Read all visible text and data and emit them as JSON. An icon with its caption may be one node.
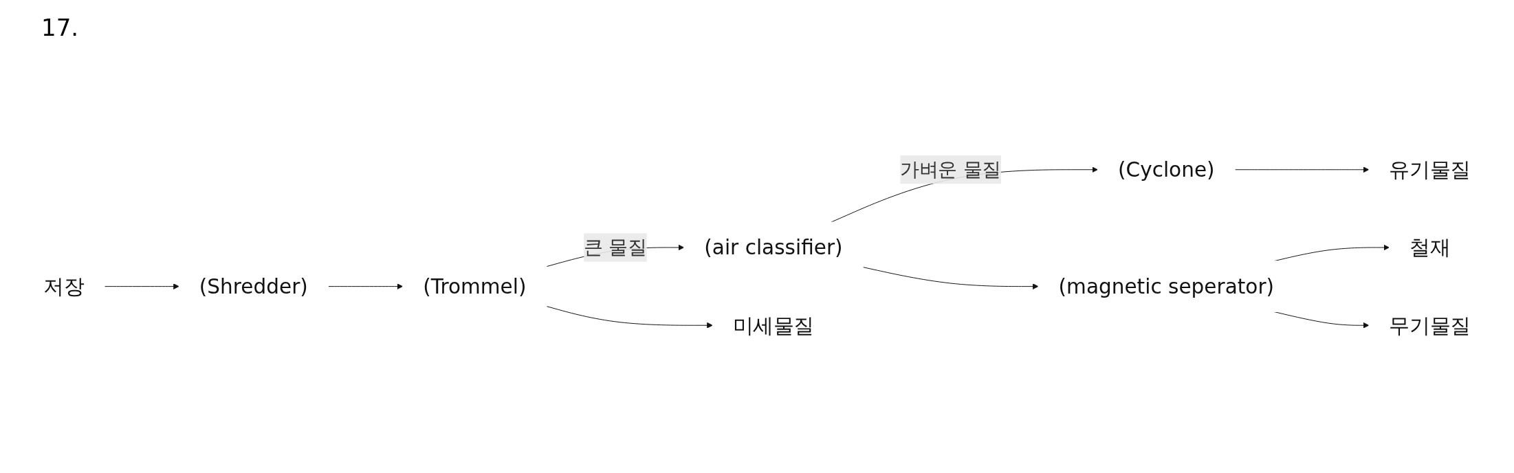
{
  "diagram": {
    "nodes": [
      {
        "text": [
          "저장"
        ]
      },
      {
        "text": [
          "(Shredder)"
        ]
      },
      {
        "text": [
          "(Trommel)"
        ]
      },
      {
        "text": [
          "(air classifier)"
        ]
      },
      {
        "text": [
          "(Cyclone)"
        ]
      },
      {
        "text": [
          "유기물질"
        ]
      },
      {
        "text": [
          "미세물질"
        ]
      },
      {
        "text": [
          "(magnetic seperator)"
        ]
      },
      {
        "text": [
          "철재"
        ]
      },
      {
        "text": [
          "무기물질"
        ]
      }
    ],
    "edges": [
      {
        "from": 0,
        "to": 1,
        "arrow": "to"
      },
      {
        "from": 1,
        "to": 2,
        "arrow": "to"
      },
      {
        "from": 2,
        "to": 3,
        "label": "큰 물질",
        "arrow": "to"
      },
      {
        "from": 3,
        "to": 4,
        "label": "가벼운 물질",
        "arrow": "to"
      },
      {
        "from": 4,
        "to": 5,
        "arrow": "to"
      },
      {
        "from": 2,
        "to": 6,
        "arrow": "to"
      },
      {
        "from": 3,
        "to": 7,
        "arrow": "to"
      },
      {
        "from": 7,
        "to": 8,
        "arrow": "to"
      },
      {
        "from": 7,
        "to": 9,
        "arrow": "to"
      }
    ],
    "labels": [
      "17."
    ]
  }
}
